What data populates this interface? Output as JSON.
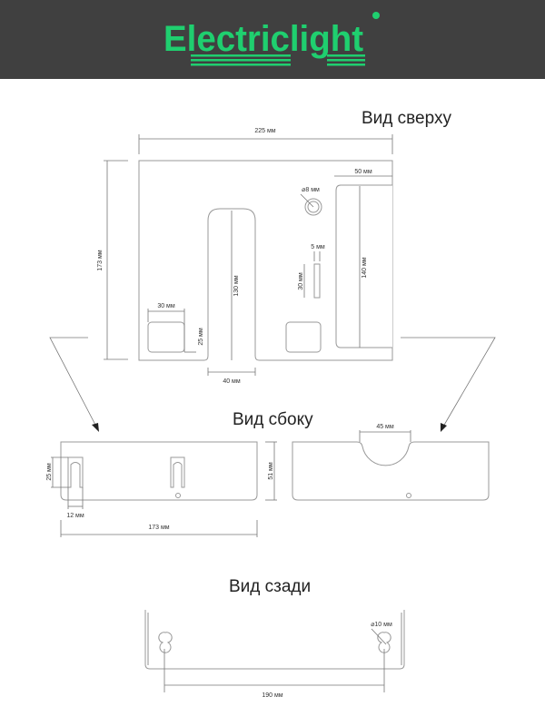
{
  "brand": {
    "name": "Electriclight",
    "color": "#1fcf6f",
    "header_bg": "#404040"
  },
  "views": {
    "top": {
      "title": "Вид сверху",
      "width": "225 мм",
      "height": "173 мм",
      "hole": "⌀8 мм",
      "slot_width": "5 мм",
      "slot_height": "30 мм",
      "right_width": "50 мм",
      "right_height": "140 мм",
      "cut_length": "130 мм",
      "cut_width": "40 мм",
      "square_width": "30 мм",
      "square_height": "25 мм"
    },
    "side": {
      "title": "Вид сбоку",
      "hook_height": "25 мм",
      "hook_width": "12 мм",
      "length": "173 мм",
      "height": "51 мм",
      "cutout": "45 мм"
    },
    "back": {
      "title": "Вид сзади",
      "hole": "⌀10 мм",
      "spacing": "190 мм"
    }
  }
}
